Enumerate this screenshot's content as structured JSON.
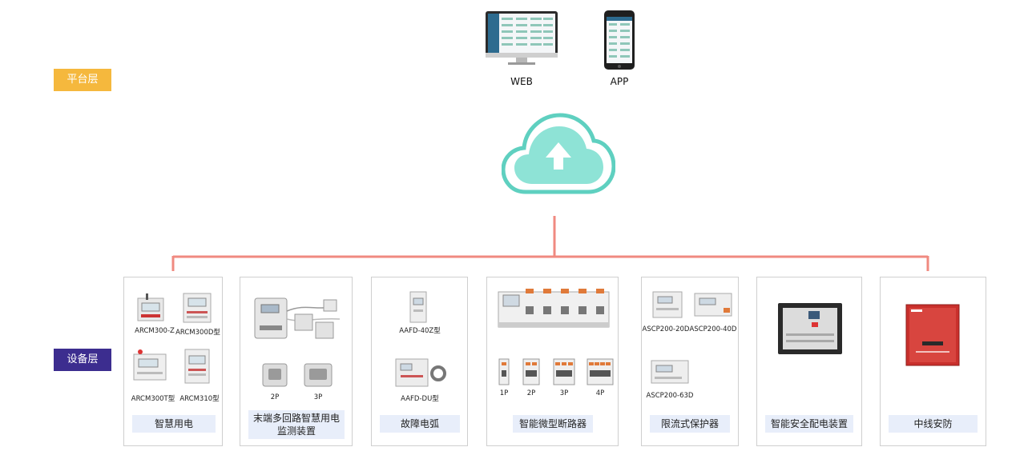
{
  "layers": {
    "platform": "平台层",
    "device": "设备层"
  },
  "platform_devices": {
    "web": "WEB",
    "app": "APP"
  },
  "cards": [
    {
      "label": "智慧用电",
      "captions": [
        "ARCM300-Z",
        "ARCM300D型",
        "ARCM300T型",
        "ARCM310型"
      ]
    },
    {
      "label": "末端多回路智慧用电监测装置",
      "captions": [
        "2P",
        "3P"
      ]
    },
    {
      "label": "故障电弧",
      "captions": [
        "AAFD-40Z型",
        "AAFD-DU型"
      ]
    },
    {
      "label": "智能微型断路器",
      "captions": [
        "1P",
        "2P",
        "3P",
        "4P"
      ]
    },
    {
      "label": "限流式保护器",
      "captions": [
        "ASCP200-20D",
        "ASCP200-40D",
        "ASCP200-63D"
      ]
    },
    {
      "label": "智能安全配电装置",
      "captions": []
    },
    {
      "label": "中线安防",
      "captions": []
    }
  ],
  "colors": {
    "platform_tag": "#f5b83d",
    "device_tag": "#3c2d8f",
    "connector_line": "#f08a80",
    "cloud": "#5fd0c0",
    "card_label_bg": "#e8eefa"
  }
}
